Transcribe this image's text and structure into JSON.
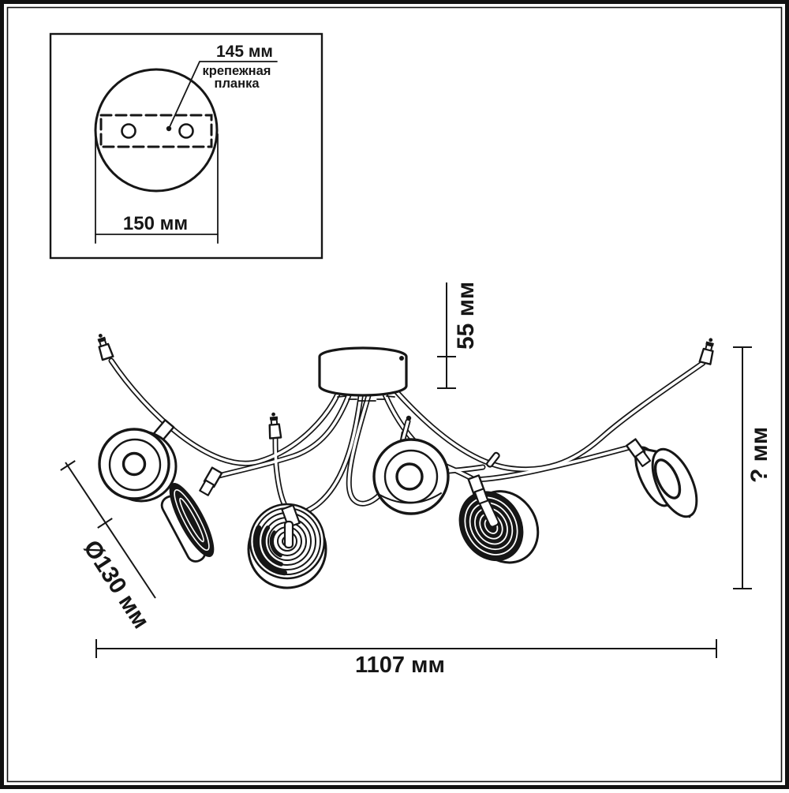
{
  "inset": {
    "hole_spacing_label": "145 мм",
    "bracket_label_line1": "крепежная",
    "bracket_label_line2": "планка",
    "plate_width_label": "150 мм"
  },
  "dimensions": {
    "canopy_height_label": "55 мм",
    "fixture_height_label": "? мм",
    "shade_diameter_label": "Ø130 мм",
    "fixture_width_label": "1107 мм"
  },
  "colors": {
    "ink": "#161616",
    "paper": "#ffffff"
  }
}
